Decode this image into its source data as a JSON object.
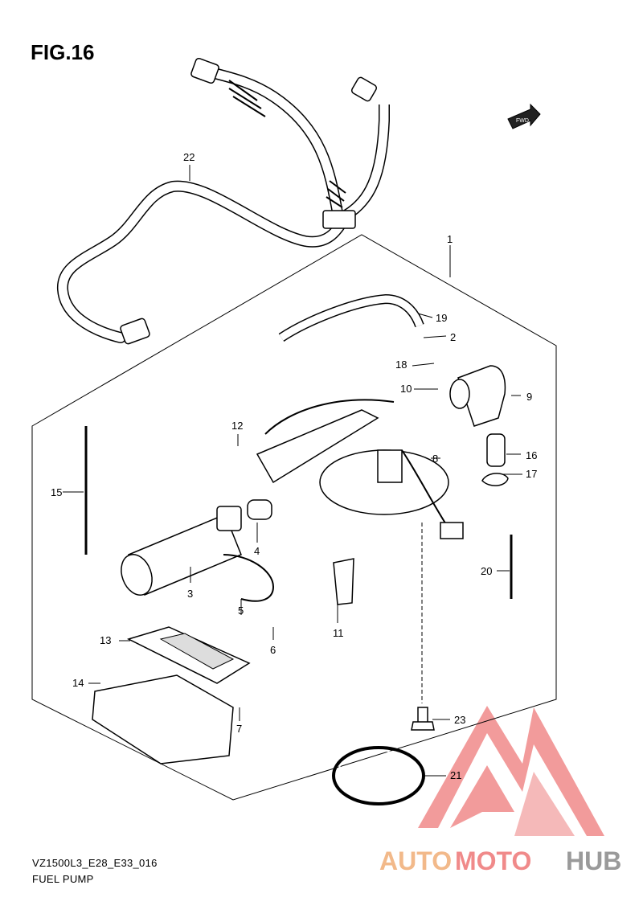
{
  "figure": {
    "title": "FIG.16",
    "model_code": "VZ1500L3_E28_E33_016",
    "name": "FUEL PUMP",
    "direction_label": "FWD"
  },
  "callouts": [
    {
      "id": "c1",
      "label": "1"
    },
    {
      "id": "c2",
      "label": "2"
    },
    {
      "id": "c3",
      "label": "3"
    },
    {
      "id": "c4",
      "label": "4"
    },
    {
      "id": "c5",
      "label": "5"
    },
    {
      "id": "c6",
      "label": "6"
    },
    {
      "id": "c7",
      "label": "7"
    },
    {
      "id": "c8",
      "label": "8"
    },
    {
      "id": "c9",
      "label": "9"
    },
    {
      "id": "c10",
      "label": "10"
    },
    {
      "id": "c11",
      "label": "11"
    },
    {
      "id": "c12",
      "label": "12"
    },
    {
      "id": "c13",
      "label": "13"
    },
    {
      "id": "c14",
      "label": "14"
    },
    {
      "id": "c15",
      "label": "15"
    },
    {
      "id": "c16",
      "label": "16"
    },
    {
      "id": "c17",
      "label": "17"
    },
    {
      "id": "c18",
      "label": "18"
    },
    {
      "id": "c19",
      "label": "19"
    },
    {
      "id": "c20",
      "label": "20"
    },
    {
      "id": "c21",
      "label": "21"
    },
    {
      "id": "c22",
      "label": "22"
    },
    {
      "id": "c23",
      "label": "23"
    }
  ],
  "watermark": {
    "text_part1": "AUTO",
    "text_part2": "MOTO",
    "text_part3": "HUB",
    "color_orange": "#f2b98a",
    "color_red": "#f08a8a",
    "color_gray": "#9a9a9a"
  }
}
